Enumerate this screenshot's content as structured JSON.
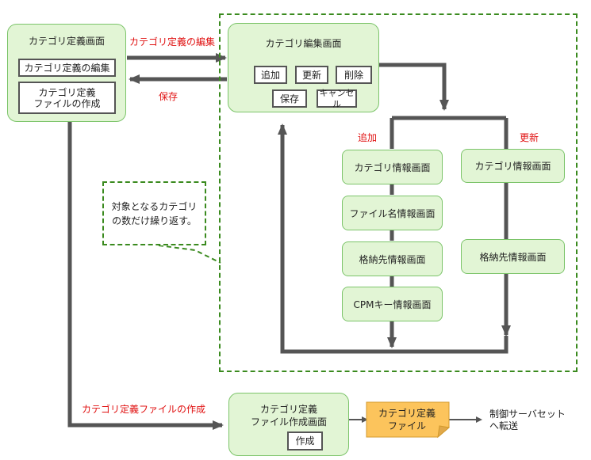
{
  "left_screen": {
    "title": "カテゴリ定義画面",
    "edit_button": "カテゴリ定義の編集",
    "create_button": "カテゴリ定義\nファイルの作成"
  },
  "edit_screen": {
    "title": "カテゴリ編集画面",
    "buttons": {
      "add": "追加",
      "update": "更新",
      "delete": "削除",
      "save": "保存",
      "cancel": "キャンセル"
    }
  },
  "arrows": {
    "to_edit": "カテゴリ定義の編集",
    "save": "保存",
    "add_branch": "追加",
    "update_branch": "更新",
    "create_file": "カテゴリ定義ファイルの作成"
  },
  "add_flow": [
    "カテゴリ情報画面",
    "ファイル名情報画面",
    "格納先情報画面",
    "CPMキー情報画面"
  ],
  "update_flow": [
    "カテゴリ情報画面",
    "格納先情報画面"
  ],
  "callout": "対象となるカテゴリ\nの数だけ繰り返す。",
  "file_screen": {
    "title": "カテゴリ定義\nファイル作成画面",
    "button": "作成"
  },
  "file_doc": "カテゴリ定義\nファイル",
  "transfer": "制御サーバセット\nへ転送",
  "colors": {
    "node_fill": "#e2f5d5",
    "node_border": "#7cc46a",
    "arrow": "#555555",
    "red_label": "#e01010",
    "dashed_border": "#3a8a1e",
    "file_fill": "#fcc45c"
  }
}
